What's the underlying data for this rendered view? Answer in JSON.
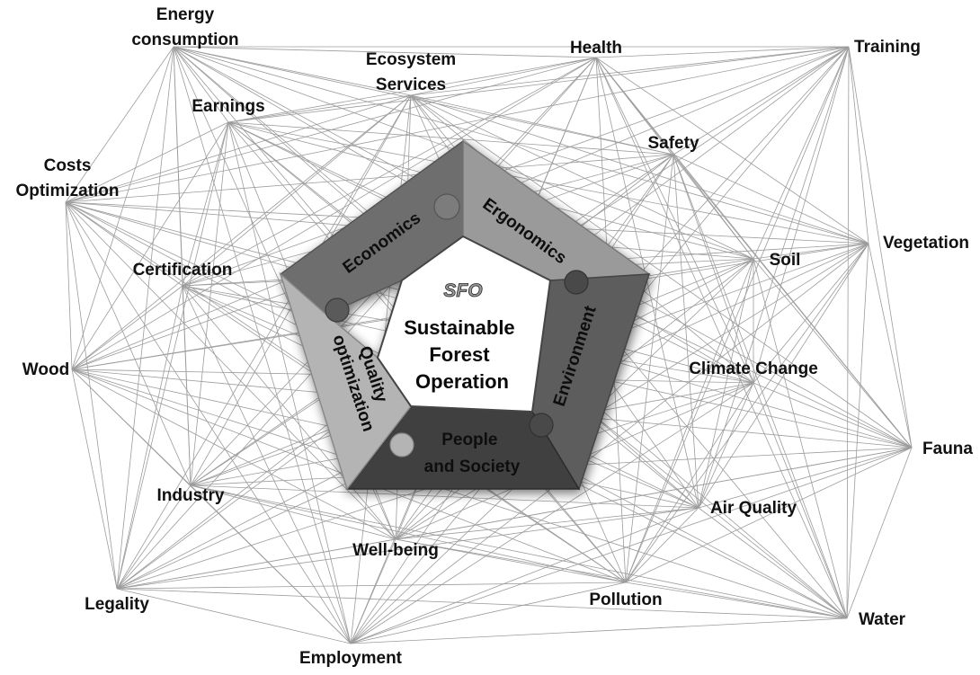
{
  "center": {
    "abbreviation": "SFO",
    "title_lines": [
      "Sustainable",
      "Forest",
      "Operation"
    ]
  },
  "segments": [
    {
      "id": "economics",
      "lines": [
        "Economics"
      ],
      "color": "#6e6e6e"
    },
    {
      "id": "ergonomics",
      "lines": [
        "Ergonomics"
      ],
      "color": "#9a9a9a"
    },
    {
      "id": "environment",
      "lines": [
        "Environment"
      ],
      "color": "#5d5d5d"
    },
    {
      "id": "people",
      "lines": [
        "People",
        "and Society"
      ],
      "color": "#3f3f3f"
    },
    {
      "id": "quality",
      "lines": [
        "Quality",
        "optimization"
      ],
      "color": "#b4b4b4"
    }
  ],
  "nodes": [
    {
      "id": "energy",
      "lines": [
        "Energy",
        "consumption"
      ]
    },
    {
      "id": "ecosystem",
      "lines": [
        "Ecosystem",
        "Services"
      ]
    },
    {
      "id": "health",
      "lines": [
        "Health"
      ]
    },
    {
      "id": "training",
      "lines": [
        "Training"
      ]
    },
    {
      "id": "earnings",
      "lines": [
        "Earnings"
      ]
    },
    {
      "id": "safety",
      "lines": [
        "Safety"
      ]
    },
    {
      "id": "costs",
      "lines": [
        "Costs",
        "Optimization"
      ]
    },
    {
      "id": "vegetation",
      "lines": [
        "Vegetation"
      ]
    },
    {
      "id": "soil",
      "lines": [
        "Soil"
      ]
    },
    {
      "id": "certification",
      "lines": [
        "Certification"
      ]
    },
    {
      "id": "wood",
      "lines": [
        "Wood"
      ]
    },
    {
      "id": "climate",
      "lines": [
        "Climate Change"
      ]
    },
    {
      "id": "fauna",
      "lines": [
        "Fauna"
      ]
    },
    {
      "id": "industry",
      "lines": [
        "Industry"
      ]
    },
    {
      "id": "air",
      "lines": [
        "Air Quality"
      ]
    },
    {
      "id": "wellbeing",
      "lines": [
        "Well-being"
      ]
    },
    {
      "id": "legality",
      "lines": [
        "Legality"
      ]
    },
    {
      "id": "pollution",
      "lines": [
        "Pollution"
      ]
    },
    {
      "id": "water",
      "lines": [
        "Water"
      ]
    },
    {
      "id": "employment",
      "lines": [
        "Employment"
      ]
    }
  ]
}
